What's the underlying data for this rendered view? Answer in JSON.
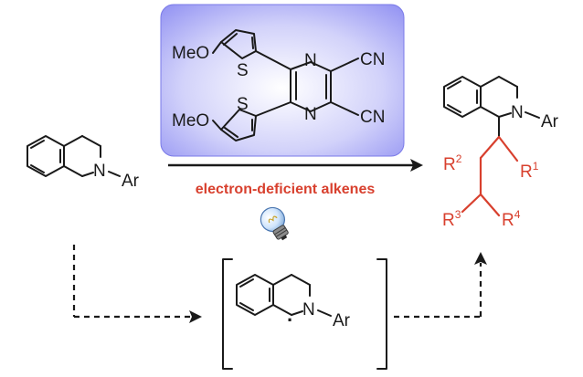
{
  "catalyst": {
    "substituent_top": "MeO",
    "substituent_bottom": "MeO",
    "sulfur_top": "S",
    "sulfur_bottom": "S",
    "pyrazine_n_top": "N",
    "pyrazine_n_bottom": "N",
    "cn_top": "CN",
    "cn_bottom": "CN",
    "box_color": "#8f8ff2"
  },
  "reagent_label": "electron-deficient alkenes",
  "light_icon": "light-bulb-icon",
  "starting_material": {
    "n": "N",
    "ar": "Ar"
  },
  "intermediate": {
    "n": "N",
    "ar": "Ar",
    "radical": "·"
  },
  "product": {
    "n": "N",
    "ar": "Ar",
    "r1": "R",
    "r1_sup": "1",
    "r2": "R",
    "r2_sup": "2",
    "r3": "R",
    "r3_sup": "3",
    "r4": "R",
    "r4_sup": "4"
  },
  "colors": {
    "accent_red": "#d8402e",
    "ink": "#1a1a1a"
  }
}
